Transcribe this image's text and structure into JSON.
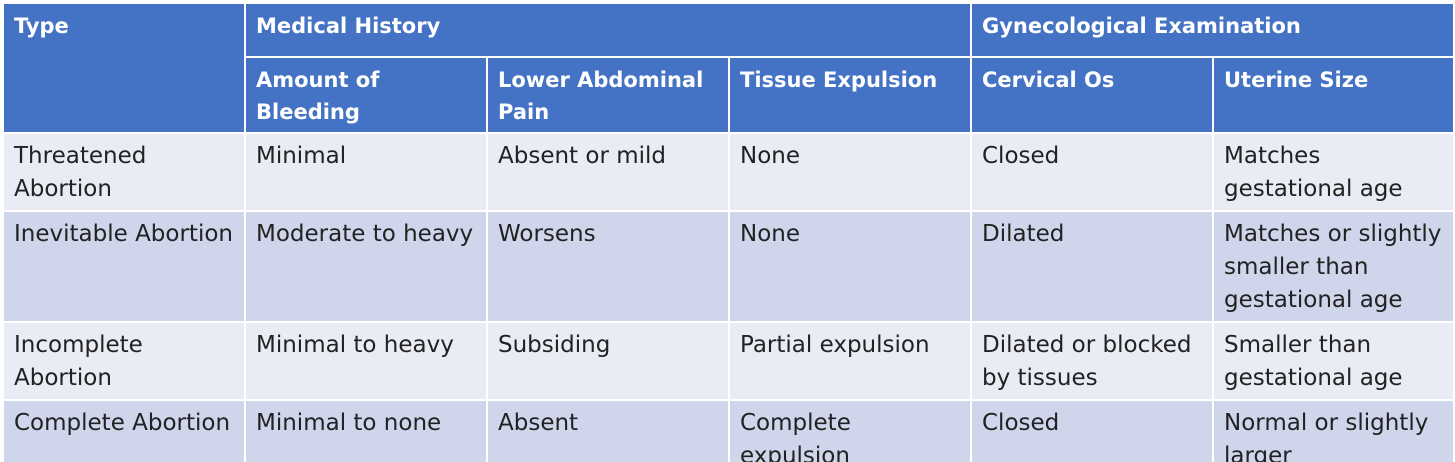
{
  "header": {
    "type": "Type",
    "medical_history": "Medical History",
    "gynecological_examination": "Gynecological Examination",
    "columns": [
      "Amount of Bleeding",
      "Lower Abdominal Pain",
      "Tissue Expulsion",
      "Cervical Os",
      "Uterine Size"
    ]
  },
  "rows": [
    [
      "Threatened Abortion",
      "Minimal",
      "Absent or mild",
      "None",
      "Closed",
      "Matches gestational age"
    ],
    [
      "Inevitable Abortion",
      "Moderate to heavy",
      "Worsens",
      "None",
      "Dilated",
      "Matches or slightly smaller than gestational age"
    ],
    [
      "Incomplete Abortion",
      "Minimal to heavy",
      "Subsiding",
      "Partial expulsion",
      "Dilated or blocked by tissues",
      "Smaller than gestational age"
    ],
    [
      "Complete Abortion",
      "Minimal to none",
      "Absent",
      "Complete expulsion",
      "Closed",
      "Normal or slightly larger"
    ]
  ],
  "colors": {
    "header_bg": "#4472c4",
    "row_odd_bg": "#e9ebf5",
    "row_even_bg": "#cfd5ea"
  }
}
